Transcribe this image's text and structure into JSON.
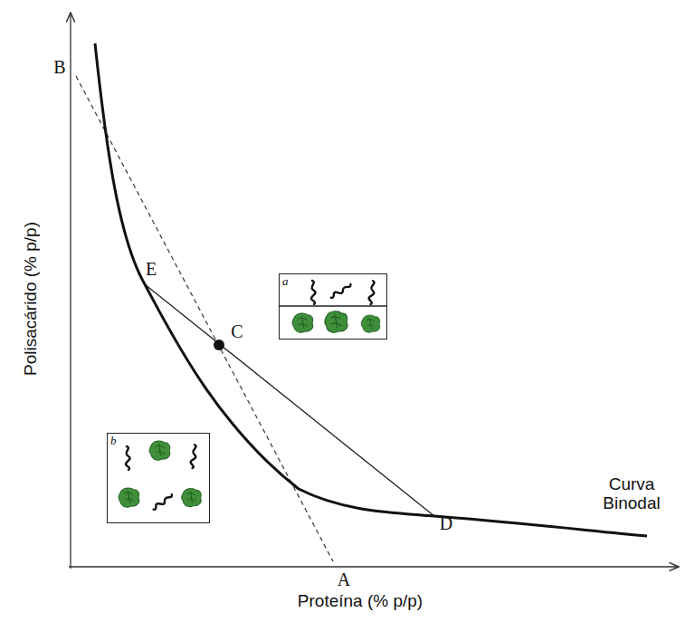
{
  "diagram": {
    "nodes": [
      {
        "text": [
          "a"
        ]
      },
      {
        "text": [
          "b"
        ]
      }
    ],
    "labels": [
      "B",
      "E",
      "C",
      "D",
      "A",
      "Curva Binodal",
      "Polisacárido (% p/p)",
      "Proteína (% p/p)"
    ]
  }
}
